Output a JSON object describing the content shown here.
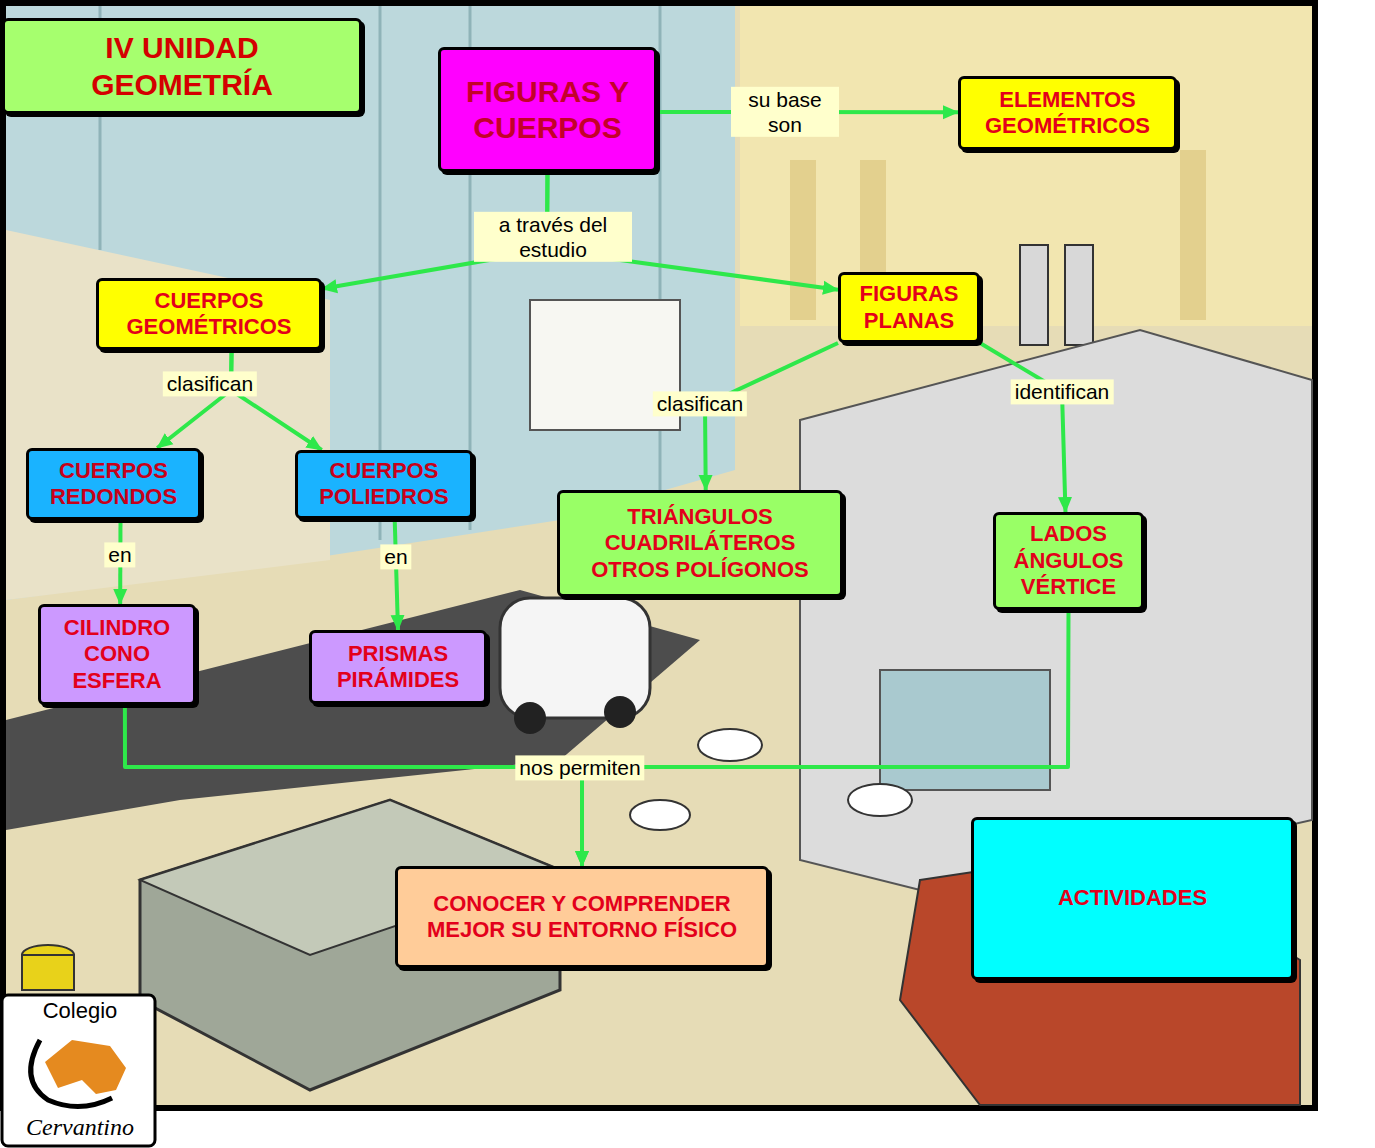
{
  "diagram": {
    "title": "IV UNIDAD GEOMETRÍA",
    "nodes": [
      {
        "text": [
          "FIGURAS Y CUERPOS"
        ]
      },
      {
        "text": [
          "ELEMENTOS GEOMÉTRICOS"
        ]
      },
      {
        "text": [
          "CUERPOS GEOMÉTRICOS"
        ]
      },
      {
        "text": [
          "FIGURAS PLANAS"
        ]
      },
      {
        "text": [
          "CUERPOS REDONDOS"
        ]
      },
      {
        "text": [
          "CUERPOS POLIEDROS"
        ]
      },
      {
        "text": [
          "TRIÁNGULOS CUADRILÁTEROS OTROS POLÍGONOS"
        ]
      },
      {
        "text": [
          "LADOS ÁNGULOS VÉRTICE"
        ]
      },
      {
        "text": [
          "CILINDRO CONO ESFERA"
        ]
      },
      {
        "text": [
          "PRISMAS PIRÁMIDES"
        ]
      },
      {
        "text": [
          "CONOCER Y COMPRENDER MEJOR SU ENTORNO FÍSICO"
        ]
      },
      {
        "text": [
          "ACTIVIDADES"
        ]
      }
    ],
    "edges": [
      {
        "from": 0,
        "to": 1,
        "label": "su base son",
        "arrow": "to"
      },
      {
        "from": 0,
        "to": 2,
        "label": "a través del estudio",
        "arrow": "to"
      },
      {
        "from": 0,
        "to": 3,
        "arrow": "to"
      },
      {
        "from": 2,
        "to": 4,
        "label": "clasifican",
        "arrow": "to"
      },
      {
        "from": 2,
        "to": 5,
        "arrow": "to"
      },
      {
        "from": 3,
        "to": 6,
        "label": "clasifican",
        "arrow": "to"
      },
      {
        "from": 3,
        "to": 7,
        "label": "identifican",
        "arrow": "to"
      },
      {
        "from": 4,
        "to": 8,
        "label": "en",
        "arrow": "to"
      },
      {
        "from": 5,
        "to": 9,
        "label": "en",
        "arrow": "to"
      },
      {
        "from": 8,
        "to": 10,
        "label": "nos permiten",
        "arrow": "to"
      },
      {
        "from": 7,
        "to": 10,
        "arrow": "to"
      }
    ],
    "labels": [
      "Colegio",
      "Cervantino"
    ]
  }
}
